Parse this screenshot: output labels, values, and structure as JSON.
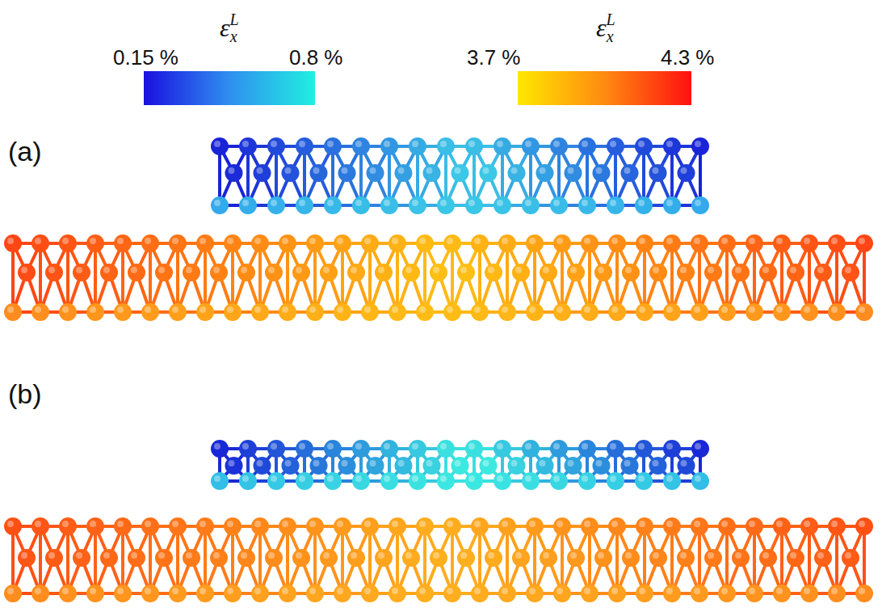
{
  "diagram": {
    "labels": [
      "0.15 %",
      "εxL",
      "0.8 %",
      "3.7 %",
      "εxL",
      "4.3 %",
      "(a)",
      "(b)"
    ]
  }
}
